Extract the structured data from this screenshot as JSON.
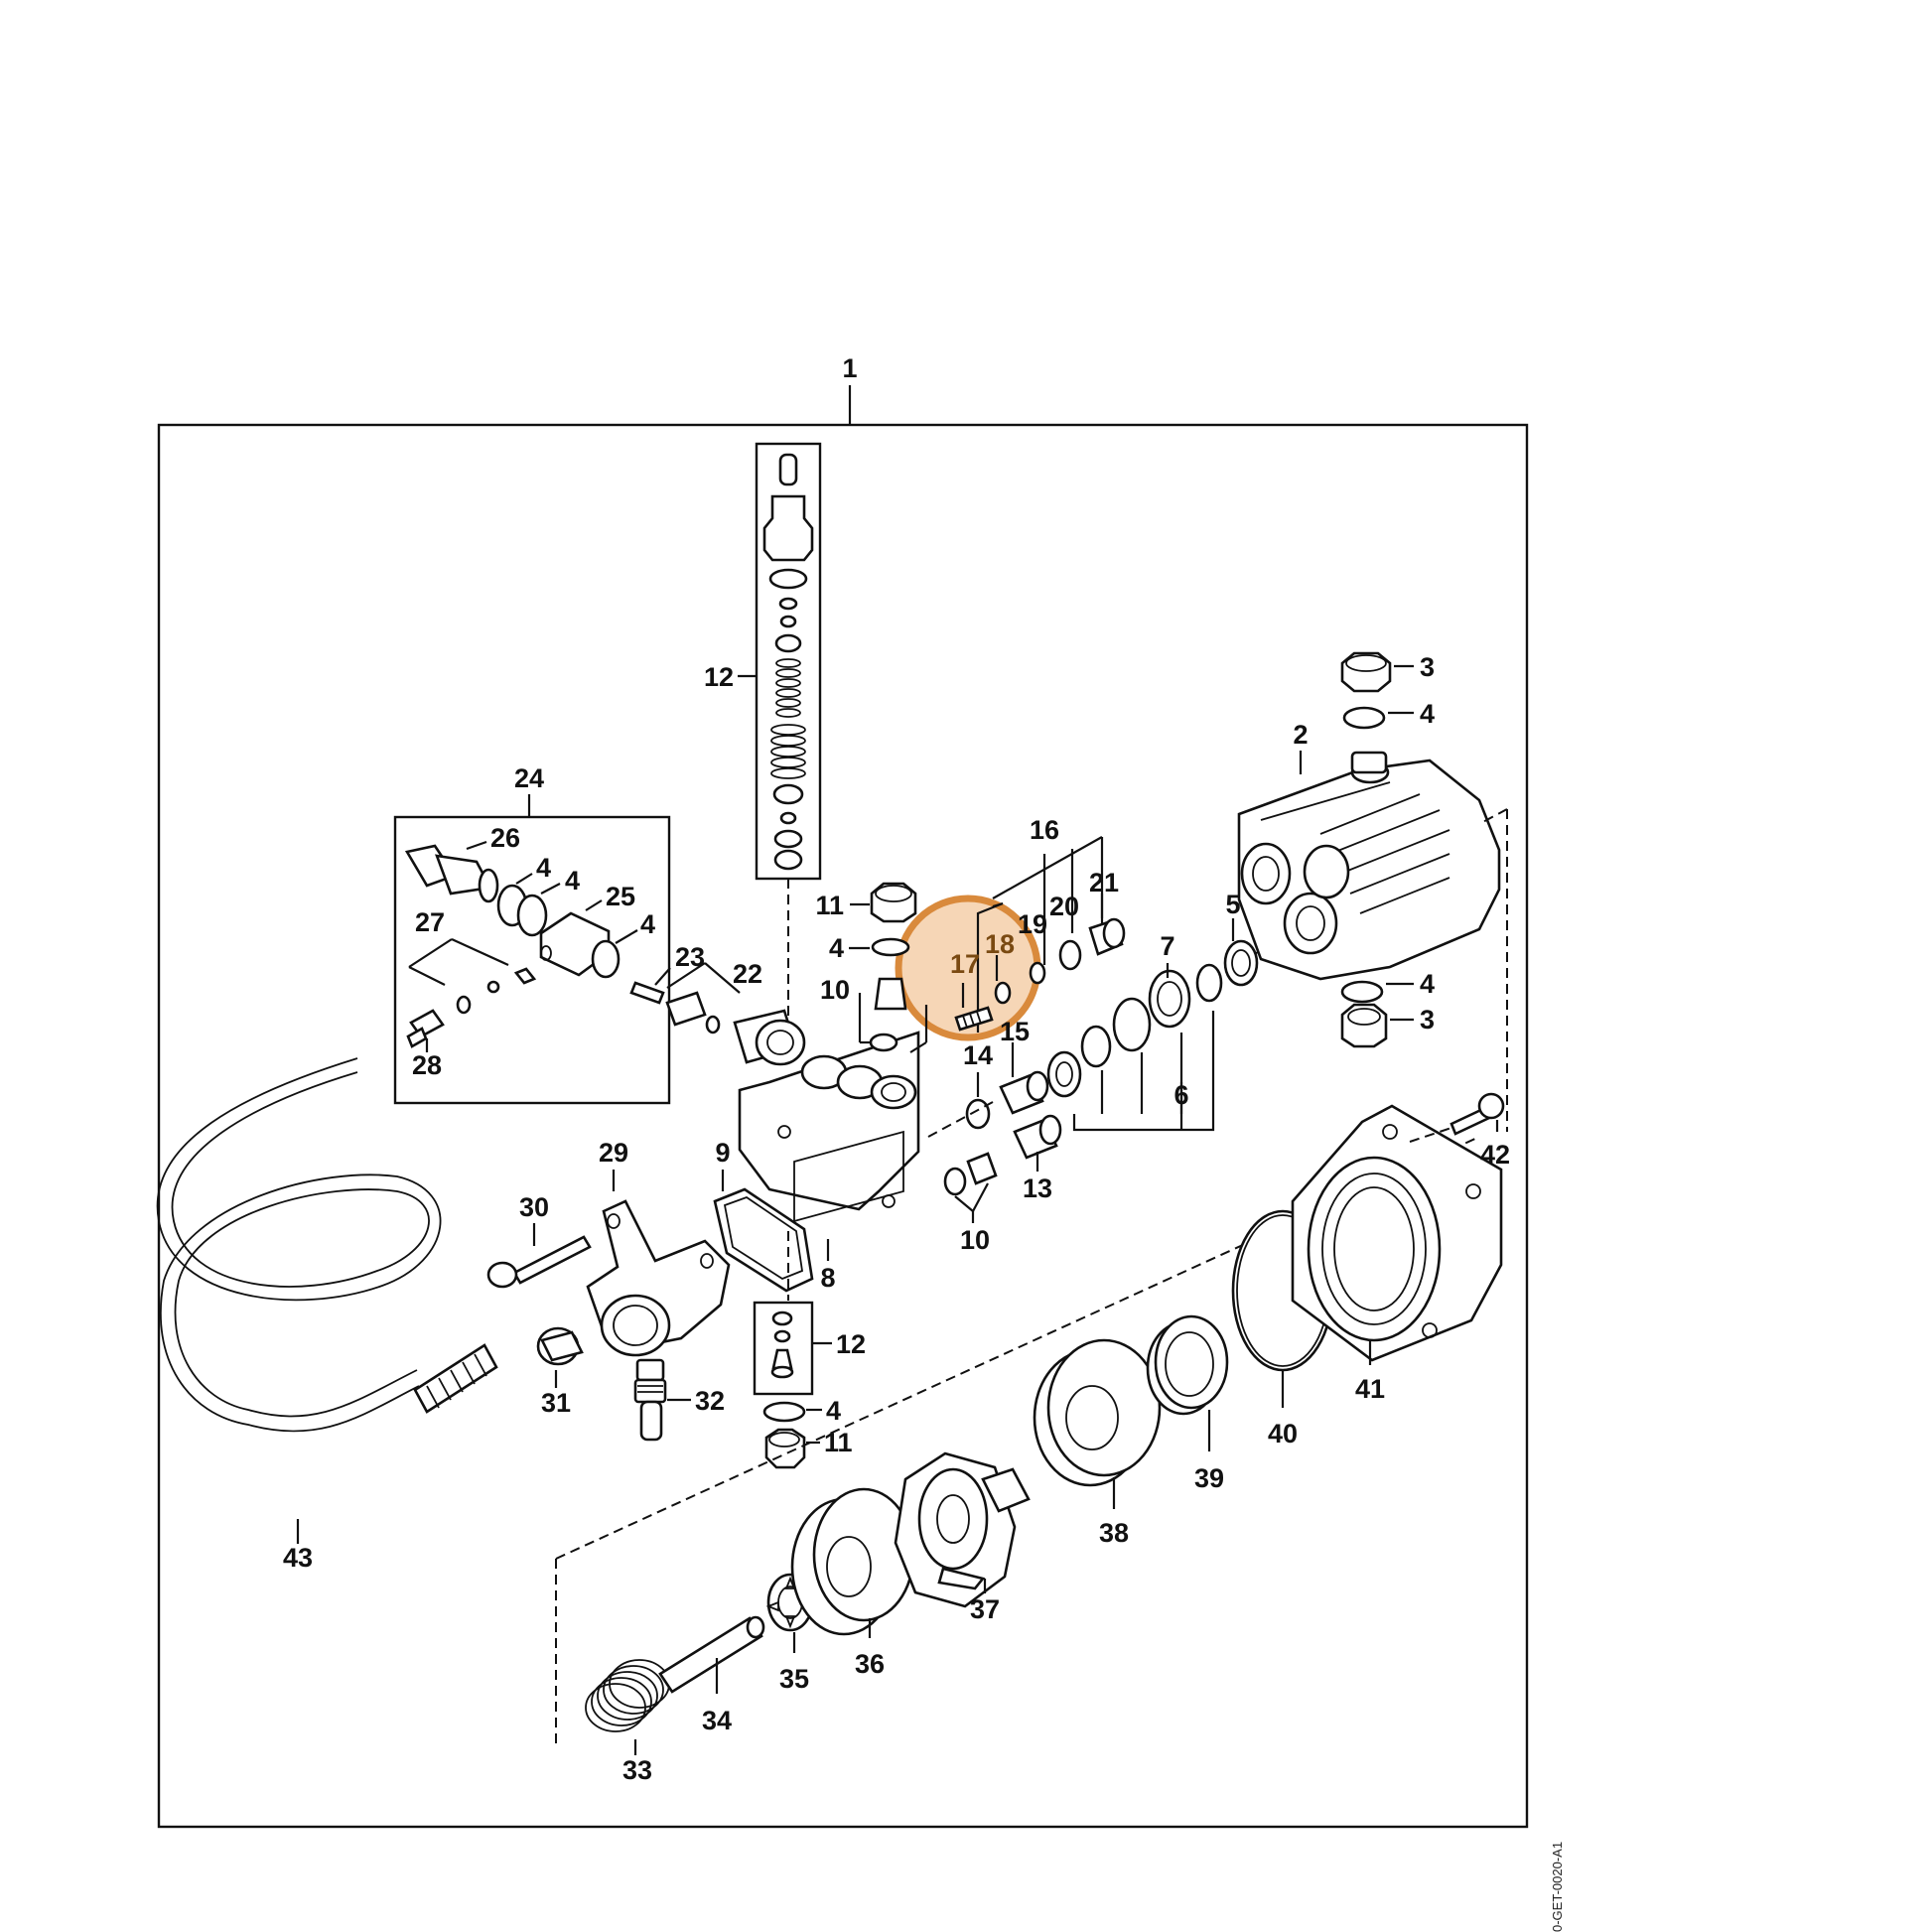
{
  "colors": {
    "ink": "#111111",
    "highlight_ring": "#d98a3c",
    "highlight_fill": "#f3c89d",
    "highlight_text": "#7a4a12"
  },
  "assembly_label": "1",
  "highlighted_parts": [
    "17",
    "18"
  ],
  "part_labels": {
    "p2": "2",
    "p3a": "3",
    "p3b": "3",
    "p4a": "4",
    "p4b": "4",
    "p4c": "4",
    "p4d": "4",
    "p4e": "4",
    "p4f": "4",
    "p4g": "4",
    "p5": "5",
    "p6": "6",
    "p7": "7",
    "p8": "8",
    "p9": "9",
    "p10a": "10",
    "p10b": "10",
    "p11a": "11",
    "p11b": "11",
    "p12a": "12",
    "p12b": "12",
    "p13": "13",
    "p14": "14",
    "p15": "15",
    "p16": "16",
    "p17": "17",
    "p18": "18",
    "p19": "19",
    "p20": "20",
    "p21": "21",
    "p22": "22",
    "p23": "23",
    "p24": "24",
    "p25": "25",
    "p26": "26",
    "p27": "27",
    "p28": "28",
    "p29": "29",
    "p30": "30",
    "p31": "31",
    "p32": "32",
    "p33": "33",
    "p34": "34",
    "p35": "35",
    "p36": "36",
    "p37": "37",
    "p38": "38",
    "p39": "39",
    "p40": "40",
    "p41": "41",
    "p42": "42",
    "p43": "43"
  },
  "document_id": "0-GET-0020-A1"
}
